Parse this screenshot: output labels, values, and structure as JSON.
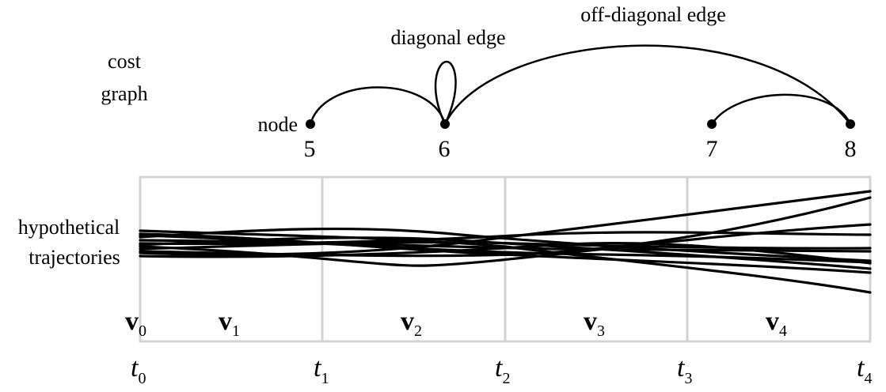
{
  "cost_graph": {
    "label_line1": "cost",
    "label_line2": "graph",
    "node_label": "node",
    "diagonal_edge_label": "diagonal edge",
    "off_diagonal_edge_label": "off-diagonal edge",
    "nodes": [
      "5",
      "6",
      "7",
      "8"
    ],
    "edges": [
      {
        "from": "5",
        "to": "6",
        "kind": "off-diagonal"
      },
      {
        "from": "6",
        "to": "6",
        "kind": "diagonal"
      },
      {
        "from": "6",
        "to": "8",
        "kind": "off-diagonal"
      },
      {
        "from": "7",
        "to": "8",
        "kind": "off-diagonal"
      }
    ]
  },
  "trajectories": {
    "label_line1": "hypothetical",
    "label_line2": "trajectories",
    "count": 12
  },
  "segments": [
    {
      "v": "v",
      "sub": "0"
    },
    {
      "v": "v",
      "sub": "1"
    },
    {
      "v": "v",
      "sub": "2"
    },
    {
      "v": "v",
      "sub": "3"
    },
    {
      "v": "v",
      "sub": "4"
    }
  ],
  "time_ticks": [
    {
      "t": "t",
      "sub": "0"
    },
    {
      "t": "t",
      "sub": "1"
    },
    {
      "t": "t",
      "sub": "2"
    },
    {
      "t": "t",
      "sub": "3"
    },
    {
      "t": "t",
      "sub": "4"
    }
  ],
  "colors": {
    "ink": "#000000",
    "frame": "#d3d3d3",
    "background": "#ffffff"
  }
}
